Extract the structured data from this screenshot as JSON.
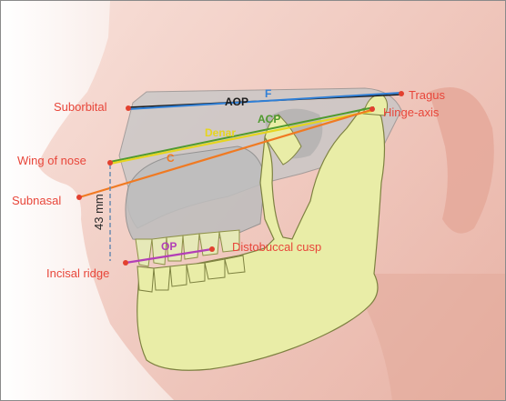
{
  "landmarks": {
    "suborbital": "Suborbital",
    "tragus": "Tragus",
    "hinge_axis": "Hinge-axis",
    "wing_of_nose": "Wing of nose",
    "subnasal": "Subnasal",
    "incisal_ridge": "Incisal ridge",
    "distobuccal_cusp": "Distobuccal cusp"
  },
  "lines": {
    "aop": "AOP",
    "f": "F",
    "acp": "ACP",
    "denar": "Denar",
    "c": "C",
    "op": "OP"
  },
  "measurement": "43 mm",
  "colors": {
    "landmark_text": "#e8463a",
    "landmark_dot": "#e2402f",
    "aop": "#1a1a1a",
    "f": "#2f7fd6",
    "acp": "#4f9a2f",
    "denar": "#e6d51e",
    "c": "#f07a22",
    "op": "#b23fb7",
    "mandible": "#e7eca6",
    "mandible_stroke": "#7d8140",
    "skull": "#bfbfbf",
    "skin": "#f3d5cd"
  }
}
